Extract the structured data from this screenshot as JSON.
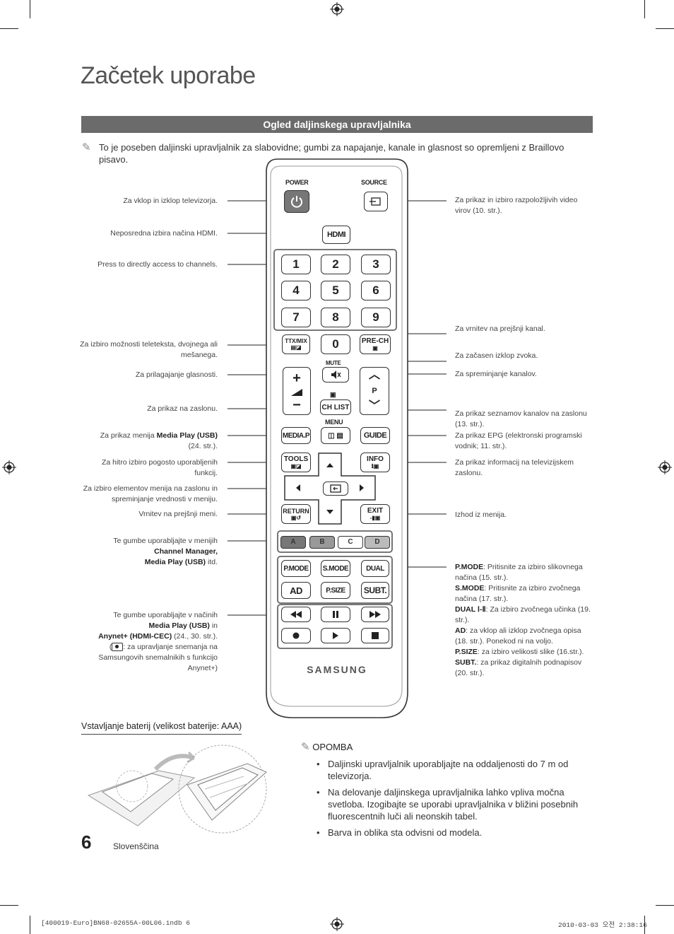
{
  "page": {
    "title": "Začetek uporabe",
    "banner": "Ogled daljinskega upravljalnika",
    "intro": "To je poseben daljinski upravljalnik za slabovidne; gumbi za napajanje, kanale in glasnost so opremljeni z Braillovo pisavo.",
    "page_number": "6",
    "language": "Slovenščina",
    "footer_left": "[400019-Euro]BN68-02655A-00L06.indb   6",
    "footer_right": "2010-03-03   오전 2:38:16"
  },
  "labels_left": {
    "power": "Za vklop in izklop televizorja.",
    "hdmi": "Neposredna izbira načina HDMI.",
    "channels": "Press to directly access to channels.",
    "ttx": "Za izbiro možnosti teleteksta, dvojnega ali mešanega.",
    "volume": "Za prilagajanje glasnosti.",
    "menu": "Za prikaz na zaslonu.",
    "mediap_a": "Za prikaz menija ",
    "mediap_b": "Media Play (USB)",
    "mediap_c": "(24. str.).",
    "tools": "Za hitro izbiro pogosto uporabljenih funkcij.",
    "nav": "Za izbiro elementov menija na zaslonu in spreminjanje vrednosti v meniju.",
    "return": "Vrnitev na prejšnji meni.",
    "color_a": "Te gumbe uporabljajte v menijih",
    "color_b": "Channel Manager,",
    "color_c": "Media Play (USB)",
    "color_d": " itd.",
    "play_a": "Te gumbe uporabljajte v načinih",
    "play_b": "Media Play (USB)",
    "play_c": " in",
    "play_d": "Anynet+ (HDMI-CEC)",
    "play_e": " (24., 30. str.).",
    "play_f": "(",
    "play_g": ": za upravljanje snemanja na Samsungovih snemalnikih s funkcijo Anynet+)"
  },
  "labels_right": {
    "source": "Za prikaz in izbiro razpoložljivih video virov (10. str.).",
    "prech": "Za vrnitev na prejšnji kanal.",
    "mute": "Za začasen izklop zvoka.",
    "chan": "Za spreminjanje kanalov.",
    "chlist": "Za prikaz seznamov kanalov na zaslonu (13. str.).",
    "guide": "Za prikaz EPG (elektronski programski vodnik; 11. str.).",
    "info": "Za prikaz informacij na televizijskem zaslonu.",
    "exit": "Izhod iz menija.",
    "pmode_k": "P.MODE",
    "pmode_v": ": Pritisnite za izbiro slikovnega načina (15. str.).",
    "smode_k": "S.MODE",
    "smode_v": ": Pritisnite za izbiro zvočnega načina (17. str.).",
    "dual_k": "DUAL Ⅰ-Ⅱ",
    "dual_v": ": Za izbiro zvočnega učinka (19. str.).",
    "ad_k": "AD",
    "ad_v": ": za vklop ali izklop zvočnega opisa (18. str.). Ponekod ni na voljo.",
    "psize_k": "P.SIZE",
    "psize_v": ": za izbiro velikosti slike (16.str.).",
    "subt_k": "SUBT.",
    "subt_v": ": za prikaz digitalnih podnapisov (20. str.)."
  },
  "remote": {
    "power_label": "POWER",
    "source_label": "SOURCE",
    "hdmi": "HDMI",
    "digits": [
      "1",
      "2",
      "3",
      "4",
      "5",
      "6",
      "7",
      "8",
      "9"
    ],
    "zero": "0",
    "ttx": "TTX/MIX",
    "prech": "PRE-CH",
    "mute": "MUTE",
    "p": "P",
    "chlist": "CH LIST",
    "menu": "MENU",
    "mediap": "MEDIA.P",
    "guide": "GUIDE",
    "tools": "TOOLS",
    "info": "INFO",
    "return": "RETURN",
    "exit": "EXIT",
    "colors": [
      "A",
      "B",
      "C",
      "D"
    ],
    "pmode": "P.MODE",
    "smode": "S.MODE",
    "dual": "DUAL",
    "ad": "AD",
    "psize": "P.SIZE",
    "subt": "SUBT.",
    "brand": "SAMSUNG"
  },
  "battery": {
    "heading": "Vstavljanje baterij (velikost baterije: AAA)"
  },
  "note": {
    "heading": "OPOMBA",
    "items": [
      "Daljinski upravljalnik uporabljajte na oddaljenosti do 7 m od televizorja.",
      "Na delovanje daljinskega upravljalnika lahko vpliva močna svetloba. Izogibajte se uporabi upravljalnika v bližini posebnih fluorescentnih luči ali neonskih tabel.",
      "Barva in oblika sta odvisni od modela."
    ]
  }
}
